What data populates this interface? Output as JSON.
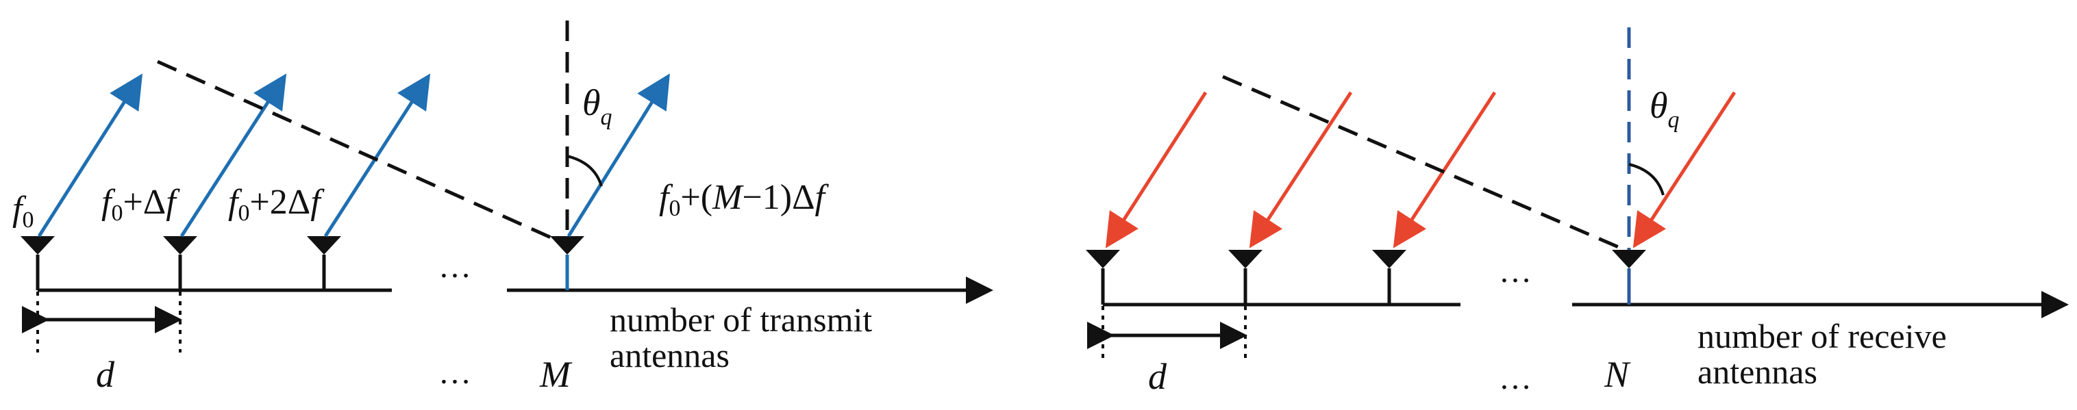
{
  "colors": {
    "transmit_arrow": "#1f6fb2",
    "receive_arrow": "#e8452e",
    "line": "#111111",
    "center_line_receive": "#2c5aa0"
  },
  "transmit": {
    "freq_labels": [
      {
        "f": "f",
        "sub": "0",
        "rest": ""
      },
      {
        "f": "f",
        "sub": "0",
        "rest": "+Δf"
      },
      {
        "f": "f",
        "sub": "0",
        "rest": "+2Δf"
      },
      {
        "f": "f",
        "sub": "0",
        "rest": "+(M−1)Δf"
      }
    ],
    "freq_rest_italic_parts": {
      "f2_pre": "+Δ",
      "f2_f": "f",
      "f3_pre": "+2Δ",
      "f3_f": "f",
      "f4_pre": "+(",
      "f4_M": "M",
      "f4_mid": "−1)Δ",
      "f4_f": "f"
    },
    "angle_symbol": "θ",
    "angle_sub": "q",
    "ellipsis": "…",
    "spacing_label": "d",
    "count_label": "M",
    "axis_label_line1": "number of transmit",
    "axis_label_line2": "antennas"
  },
  "receive": {
    "angle_symbol": "θ",
    "angle_sub": "q",
    "ellipsis": "…",
    "spacing_label": "d",
    "count_label": "N",
    "axis_label_line1": "number of receive",
    "axis_label_line2": "antennas"
  }
}
